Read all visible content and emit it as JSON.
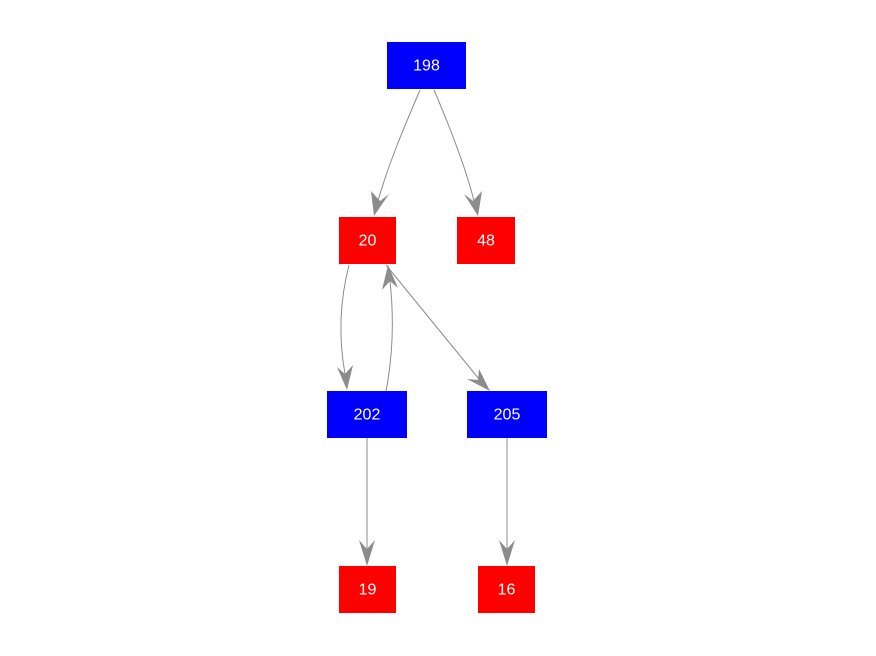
{
  "graph": {
    "colors": {
      "blue": "#0000ff",
      "red": "#ff0000",
      "edge": "#8c8c8c",
      "label": "#ffffff"
    },
    "nodes": [
      {
        "id": "n198",
        "label": "198",
        "color": "blue"
      },
      {
        "id": "n20",
        "label": "20",
        "color": "red"
      },
      {
        "id": "n48",
        "label": "48",
        "color": "red"
      },
      {
        "id": "n202",
        "label": "202",
        "color": "blue"
      },
      {
        "id": "n205",
        "label": "205",
        "color": "blue"
      },
      {
        "id": "n19",
        "label": "19",
        "color": "red"
      },
      {
        "id": "n16",
        "label": "16",
        "color": "red"
      }
    ],
    "edges": [
      {
        "id": "e198-20",
        "from": "n198",
        "to": "n20"
      },
      {
        "id": "e198-48",
        "from": "n198",
        "to": "n48"
      },
      {
        "id": "e20-202",
        "from": "n20",
        "to": "n202"
      },
      {
        "id": "e202-20",
        "from": "n202",
        "to": "n20"
      },
      {
        "id": "e20-205",
        "from": "n20",
        "to": "n205"
      },
      {
        "id": "e202-19",
        "from": "n202",
        "to": "n19"
      },
      {
        "id": "e205-16",
        "from": "n205",
        "to": "n16"
      }
    ]
  }
}
